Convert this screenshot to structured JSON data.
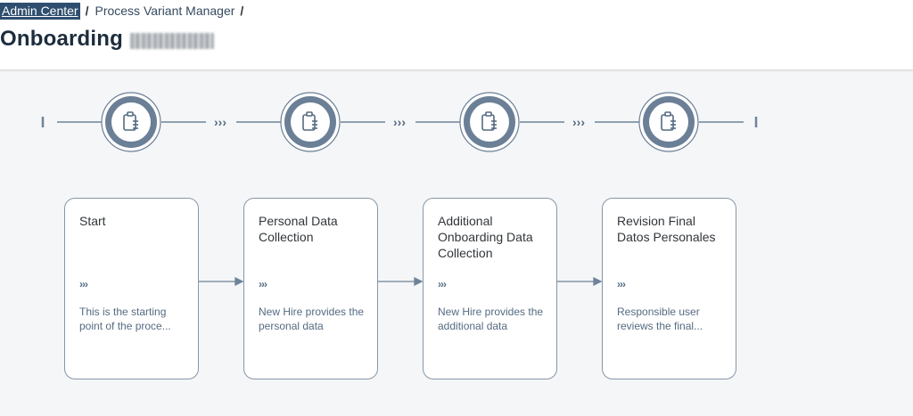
{
  "breadcrumb": {
    "items": [
      {
        "label": "Admin Center"
      },
      {
        "label": "Process Variant Manager"
      }
    ],
    "separator": "/"
  },
  "page": {
    "title": "Onboarding"
  },
  "flow": {
    "step_icon": "clipboard-list-icon",
    "connector_symbol": "›››",
    "steps": [
      {
        "title": "Start",
        "chevrons": "›››",
        "description": "This is the starting point of the proce..."
      },
      {
        "title": "Personal Data Collection",
        "chevrons": "›››",
        "description": "New Hire provides the personal data"
      },
      {
        "title": "Additional Onboarding Data Collection",
        "chevrons": "›››",
        "description": "New Hire provides the additional data"
      },
      {
        "title": "Revision Final Datos Personales",
        "chevrons": "›››",
        "description": "Responsible user reviews the final..."
      }
    ]
  },
  "colors": {
    "node_fill": "#6b7f96",
    "line": "#6e8398",
    "card_border": "#8696a9",
    "header_link_bg": "#2f4e6f"
  }
}
